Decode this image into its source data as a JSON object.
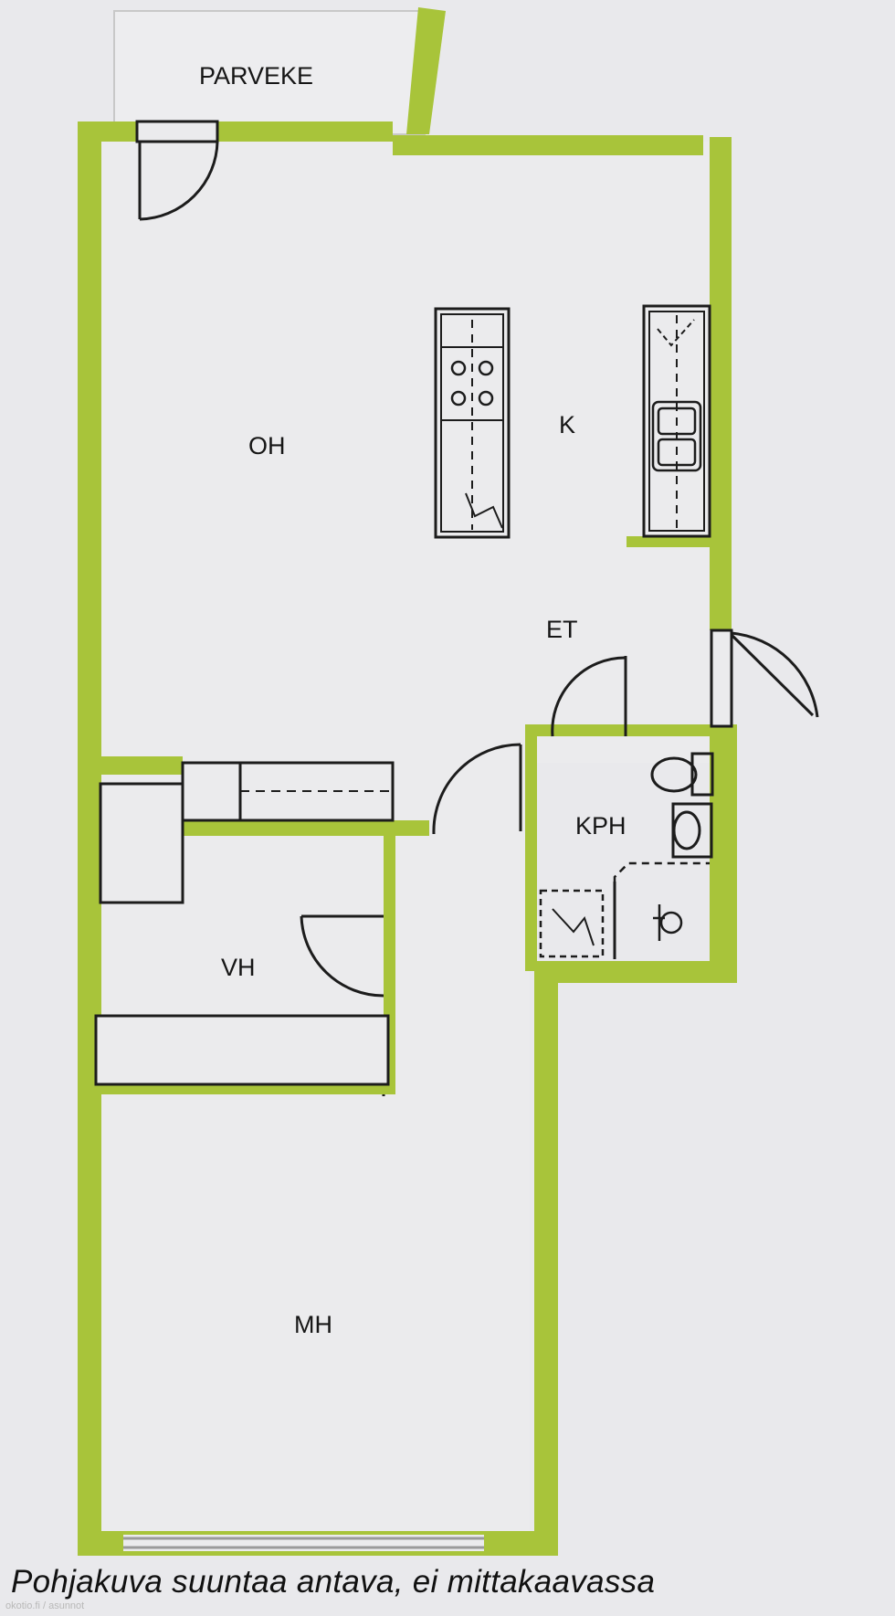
{
  "rooms": {
    "balcony": "PARVEKE",
    "living": "OH",
    "kitchen": "K",
    "hall": "ET",
    "bathroom": "KPH",
    "walk_in": "VH",
    "bedroom": "MH"
  },
  "caption": "Pohjakuva suuntaa antava, ei mittakaavassa",
  "watermark": "okotio.fi / asunnot",
  "colors": {
    "wall": "#a8c43a",
    "floor": "#ebebed",
    "line": "#1c1c1c",
    "background": "#e9e9ec"
  },
  "icons": [
    "stove-icon",
    "sink-icon",
    "toilet-icon",
    "washbasin-icon",
    "shower-icon"
  ]
}
